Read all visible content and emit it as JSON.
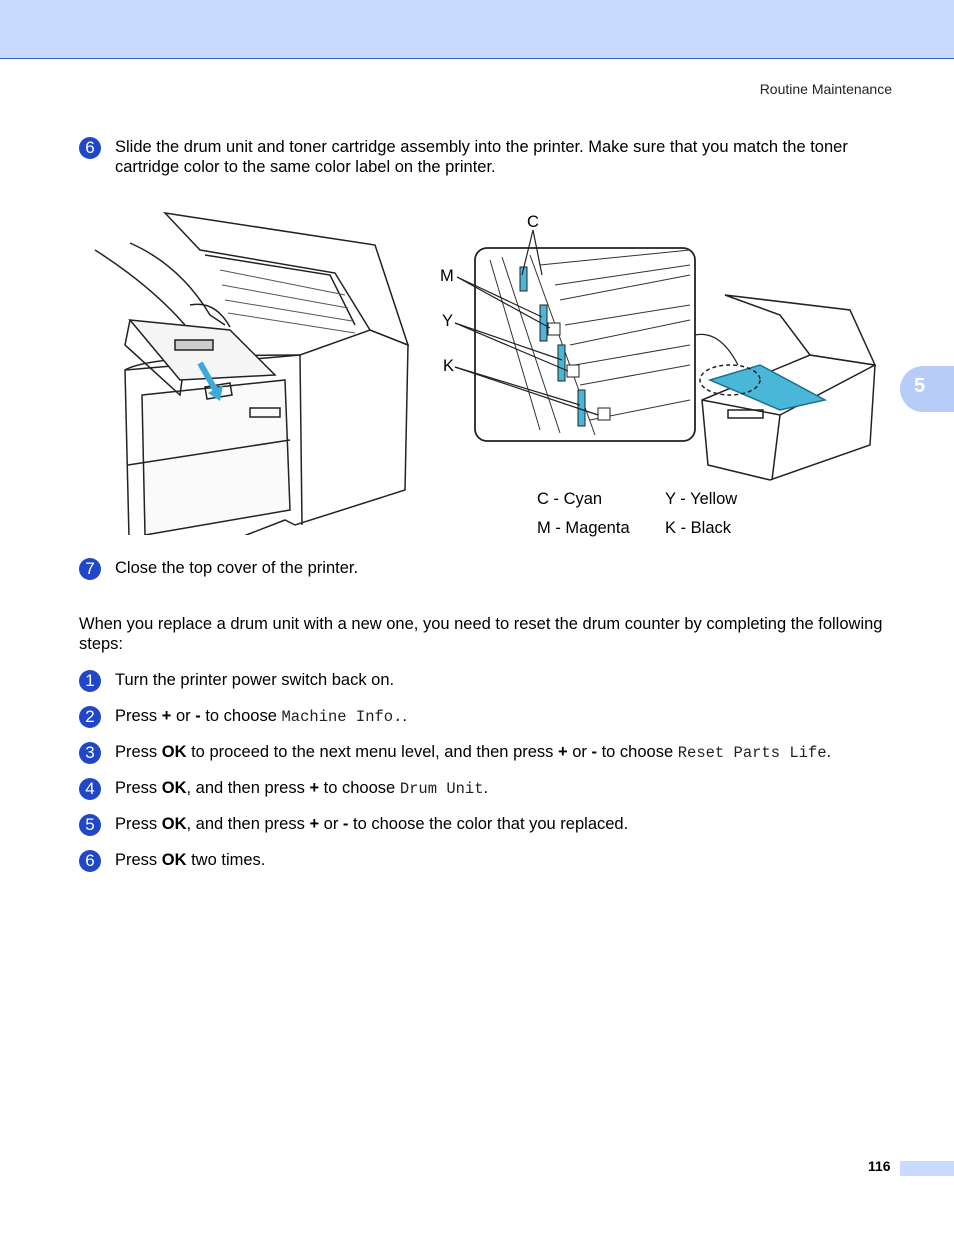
{
  "header": {
    "section": "Routine Maintenance",
    "chapter": "5"
  },
  "step_install": {
    "number": "6",
    "text": "Slide the drum unit and toner cartridge assembly into the printer. Make sure that you match the toner cartridge color to the same color label on the printer."
  },
  "figure": {
    "labels": {
      "c": "C",
      "m": "M",
      "y": "Y",
      "k": "K"
    },
    "legend": {
      "c": "C - Cyan",
      "y": "Y - Yellow",
      "m": "M - Magenta",
      "k": "K - Black"
    }
  },
  "step_close": {
    "number": "7",
    "text": "Close the top cover of the printer."
  },
  "intro": "When you replace a drum unit with a new one, you need to reset the drum counter by completing the following steps:",
  "reset_steps": {
    "s1": {
      "number": "1",
      "text": "Turn the printer power switch back on."
    },
    "s2": {
      "number": "2",
      "pre": "Press ",
      "plus": "+",
      "or": " or ",
      "minus": "-",
      "mid": " to choose ",
      "mono": "Machine Info.",
      "end": "."
    },
    "s3": {
      "number": "3",
      "pre": "Press ",
      "ok": "OK",
      "mid1": " to proceed to the next menu level, and then press ",
      "plus": "+",
      "or": " or ",
      "minus": "-",
      "mid2": " to choose ",
      "mono": "Reset Parts Life",
      "end": "."
    },
    "s4": {
      "number": "4",
      "pre": "Press ",
      "ok": "OK",
      "mid1": ", and then press ",
      "plus": "+",
      "mid2": " to choose ",
      "mono": "Drum Unit",
      "end": "."
    },
    "s5": {
      "number": "5",
      "pre": "Press ",
      "ok": "OK",
      "mid1": ", and then press ",
      "plus": "+",
      "or": " or ",
      "minus": "-",
      "mid2": " to choose the color that you replaced."
    },
    "s6": {
      "number": "6",
      "pre": "Press ",
      "ok": "OK",
      "end": " two times."
    }
  },
  "footer": {
    "page_number": "116"
  },
  "colors": {
    "accent": "#1f47c7",
    "band": "#c9dbff",
    "toner": "#4ab6d8"
  }
}
